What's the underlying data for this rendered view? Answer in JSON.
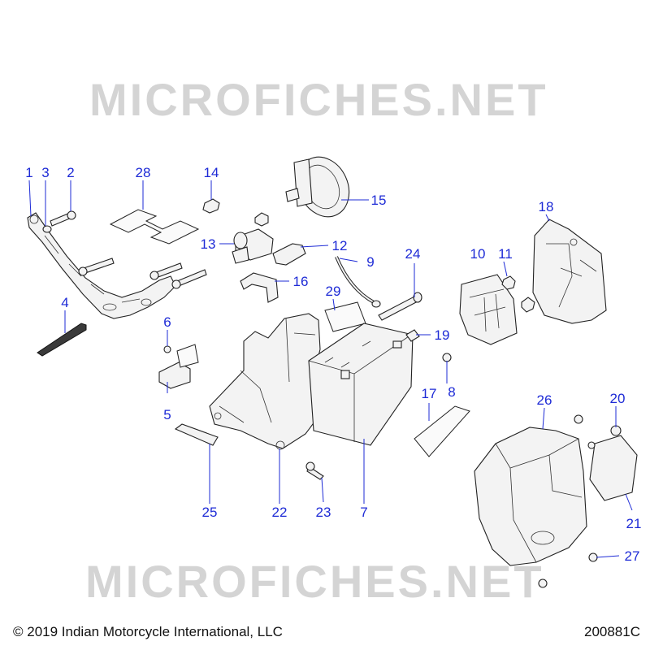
{
  "watermark": {
    "top": "MICROFICHES.NET",
    "bottom": "MICROFICHES.NET"
  },
  "footer": {
    "copyright": "© 2019 Indian Motorcycle International, LLC",
    "diagram_id": "200881C"
  },
  "callouts": {
    "c1": "1",
    "c2": "2",
    "c3": "3",
    "c4": "4",
    "c5": "5",
    "c6": "6",
    "c7": "7",
    "c8": "8",
    "c9": "9",
    "c10": "10",
    "c11": "11",
    "c12": "12",
    "c13": "13",
    "c14": "14",
    "c15": "15",
    "c16": "16",
    "c17": "17",
    "c18": "18",
    "c19": "19",
    "c20": "20",
    "c21": "21",
    "c22": "22",
    "c23": "23",
    "c24": "24",
    "c25": "25",
    "c26": "26",
    "c27": "27",
    "c28": "28",
    "c29": "29"
  },
  "colors": {
    "callout": "#1e2bd6",
    "watermark": "#d4d4d4",
    "line": "#222222"
  }
}
